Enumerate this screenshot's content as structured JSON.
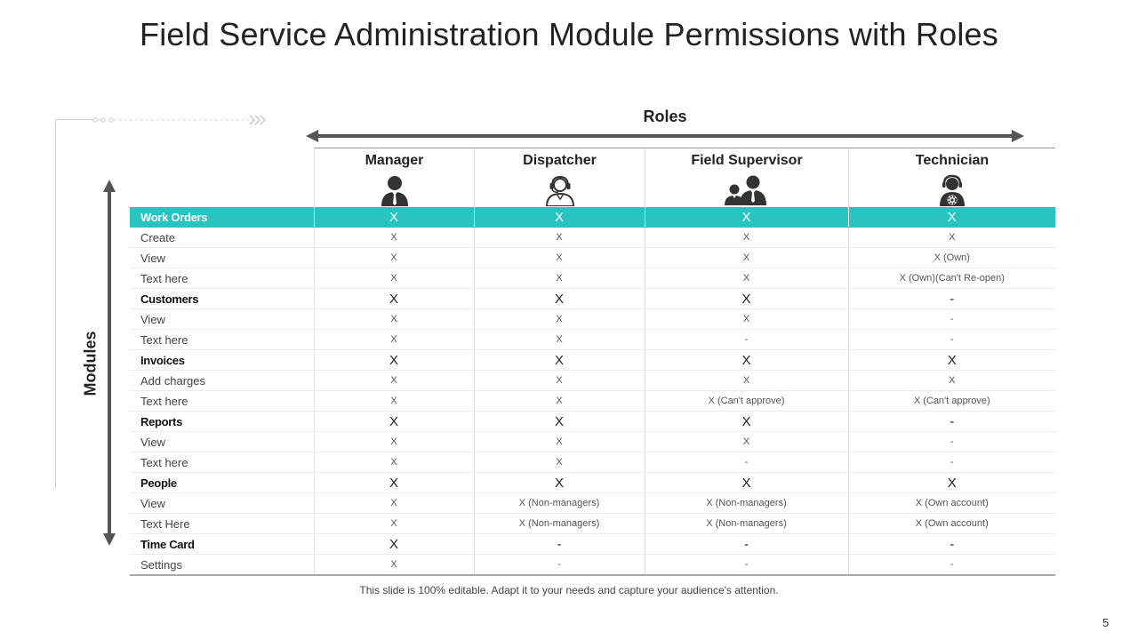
{
  "title": "Field Service Administration Module Permissions with Roles",
  "axis": {
    "roles_label": "Roles",
    "modules_label": "Modules"
  },
  "roles": [
    {
      "name": "Manager",
      "icon": "manager-person-icon"
    },
    {
      "name": "Dispatcher",
      "icon": "dispatcher-headset-icon"
    },
    {
      "name": "Field Supervisor",
      "icon": "supervisor-group-icon"
    },
    {
      "name": "Technician",
      "icon": "technician-gear-icon"
    }
  ],
  "rows": [
    {
      "kind": "hl",
      "label": "Work Orders",
      "cells": [
        "X",
        "X",
        "X",
        "X"
      ]
    },
    {
      "kind": "sub",
      "label": "Create",
      "cells": [
        "X",
        "X",
        "X",
        "X"
      ]
    },
    {
      "kind": "sub",
      "label": "View",
      "cells": [
        "X",
        "X",
        "X",
        "X (Own)"
      ]
    },
    {
      "kind": "sub",
      "label": "Text here",
      "cells": [
        "X",
        "X",
        "X",
        "X (Own)(Can't Re-open)"
      ]
    },
    {
      "kind": "sec",
      "label": "Customers",
      "cells": [
        "X",
        "X",
        "X",
        "-"
      ]
    },
    {
      "kind": "sub",
      "label": "View",
      "cells": [
        "X",
        "X",
        "X",
        "-"
      ]
    },
    {
      "kind": "sub",
      "label": "Text here",
      "cells": [
        "X",
        "X",
        "-",
        "-"
      ]
    },
    {
      "kind": "sec",
      "label": "Invoices",
      "cells": [
        "X",
        "X",
        "X",
        "X"
      ]
    },
    {
      "kind": "sub",
      "label": "Add charges",
      "cells": [
        "X",
        "X",
        "X",
        "X"
      ]
    },
    {
      "kind": "sub",
      "label": "Text here",
      "cells": [
        "X",
        "X",
        "X (Can't approve)",
        "X (Can't approve)"
      ]
    },
    {
      "kind": "sec",
      "label": "Reports",
      "cells": [
        "X",
        "X",
        "X",
        "-"
      ]
    },
    {
      "kind": "sub",
      "label": "View",
      "cells": [
        "X",
        "X",
        "X",
        "-"
      ]
    },
    {
      "kind": "sub",
      "label": "Text here",
      "cells": [
        "X",
        "X",
        "-",
        "-"
      ]
    },
    {
      "kind": "sec",
      "label": "People",
      "cells": [
        "X",
        "X",
        "X",
        "X"
      ]
    },
    {
      "kind": "sub",
      "label": "View",
      "cells": [
        "X",
        "X (Non-managers)",
        "X (Non-managers)",
        "X (Own account)"
      ]
    },
    {
      "kind": "sub",
      "label": "Text Here",
      "cells": [
        "X",
        "X (Non-managers)",
        "X (Non-managers)",
        "X (Own account)"
      ]
    },
    {
      "kind": "sec",
      "label": "Time Card",
      "cells": [
        "X",
        "-",
        "-",
        "-"
      ]
    },
    {
      "kind": "sub",
      "label": "Settings",
      "cells": [
        "X",
        "-",
        "-",
        "-"
      ]
    }
  ],
  "footnote": "This slide is 100% editable. Adapt it to your needs and capture your audience's attention.",
  "page_number": "5",
  "colors": {
    "highlight": "#29c4c0",
    "arrow": "#555555",
    "text": "#222222"
  }
}
